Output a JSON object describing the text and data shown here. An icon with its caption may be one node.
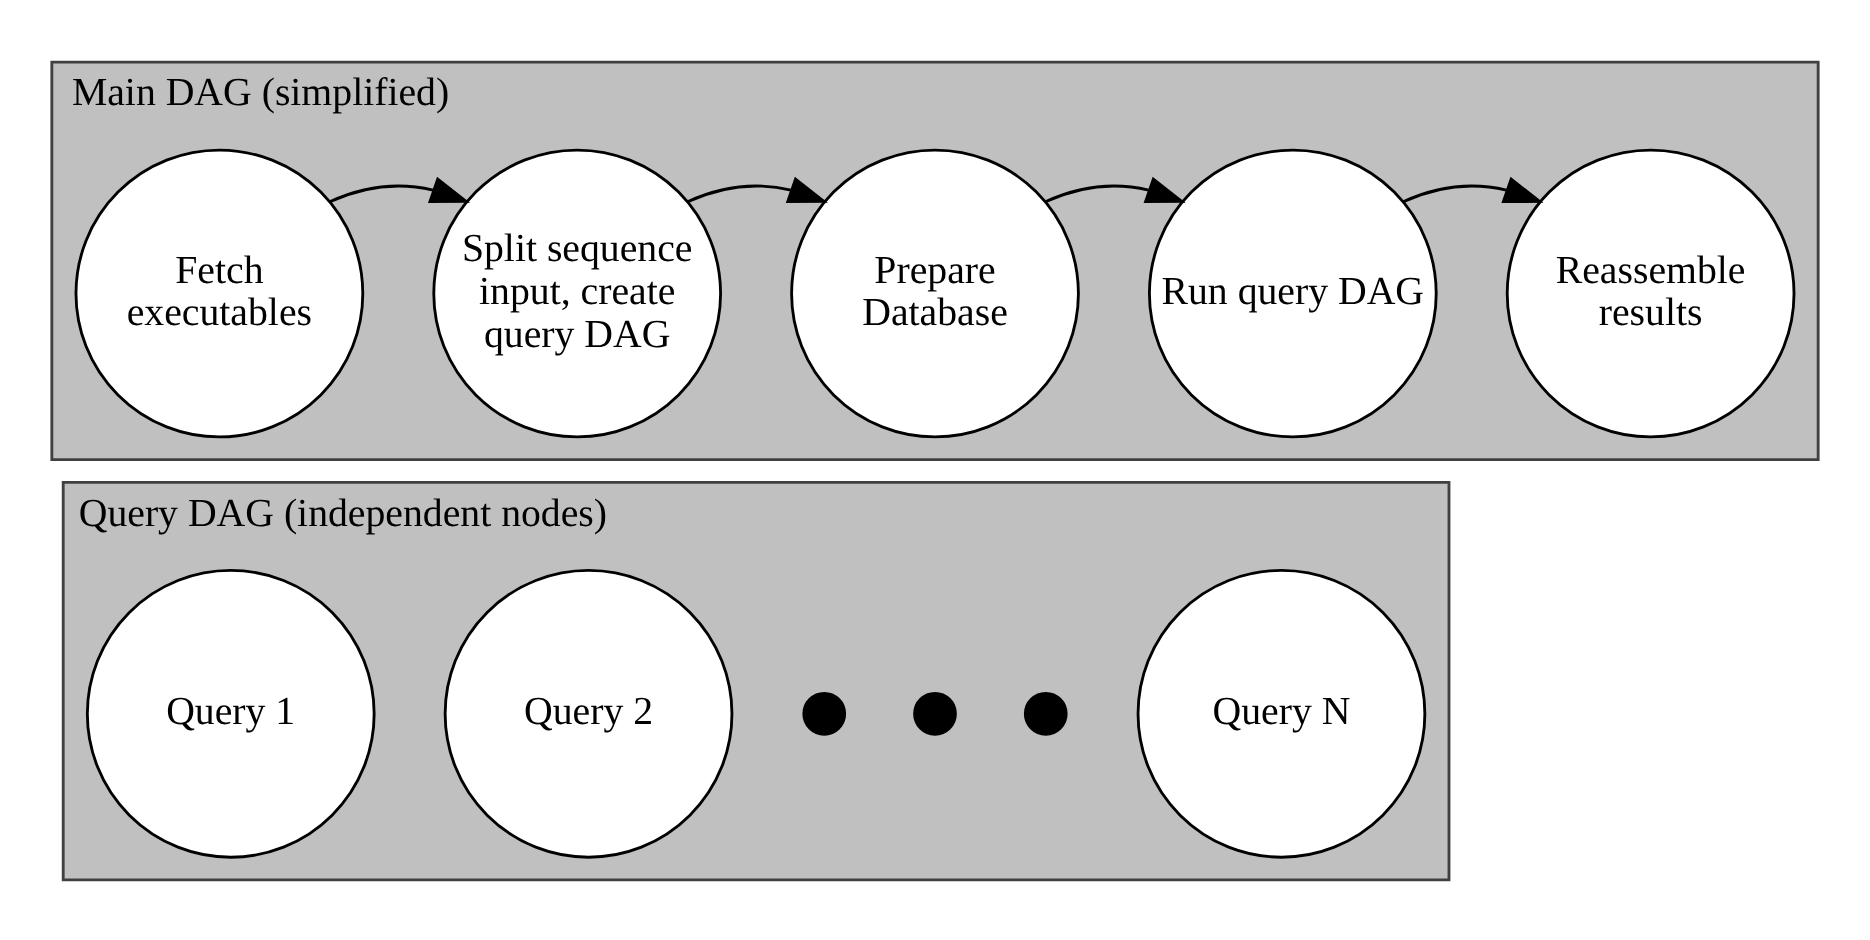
{
  "diagram": {
    "nodes": [
      {
        "text": [
          "Main DAG (simplified)"
        ]
      },
      {
        "text": [
          "Fetch executables"
        ],
        "in": 0
      },
      {
        "text": [
          "Split sequence input, create query DAG"
        ],
        "in": 0
      },
      {
        "text": [
          "Prepare Database"
        ],
        "in": 0
      },
      {
        "text": [
          "Run query DAG"
        ],
        "in": 0
      },
      {
        "text": [
          "Reassemble results"
        ],
        "in": 0
      },
      {
        "text": [
          "Query DAG (independent nodes)"
        ]
      },
      {
        "text": [
          "Query 1"
        ],
        "in": 6
      },
      {
        "text": [
          "Query 2"
        ],
        "in": 6
      },
      {
        "text": [],
        "shape": "dot",
        "in": 6
      },
      {
        "text": [],
        "shape": "dot",
        "in": 6
      },
      {
        "text": [],
        "shape": "dot",
        "in": 6
      },
      {
        "text": [
          "Query N"
        ],
        "in": 6
      }
    ],
    "edges": [
      {
        "from": 1,
        "to": 2,
        "arrow": "to"
      },
      {
        "from": 2,
        "to": 3,
        "arrow": "to"
      },
      {
        "from": 3,
        "to": 4,
        "arrow": "to"
      },
      {
        "from": 4,
        "to": 5,
        "arrow": "to"
      }
    ]
  }
}
